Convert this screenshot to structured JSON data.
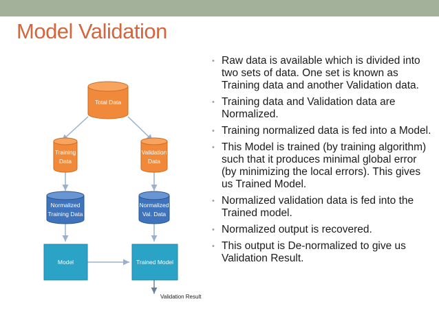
{
  "title": "Model Validation",
  "colors": {
    "topbar": "#a3b19a",
    "title": "#d2663f",
    "orange_cylinder": "#f08a3a",
    "blue_cylinder": "#3f74bd",
    "box": "#2aa3c7",
    "arrow": "#9ab0cf"
  },
  "diagram": {
    "total_data": "Total Data",
    "training_data": [
      "Training",
      "Data"
    ],
    "validation_data": [
      "Validation",
      "Data"
    ],
    "normalized_training": [
      "Normalized",
      "Training Data"
    ],
    "normalized_val": [
      "Normalized",
      "Val. Data"
    ],
    "model": "Model",
    "trained_model": "Trained Model",
    "validation_result": "Validation Result"
  },
  "bullets": [
    "Raw data is available which is divided into two sets of data. One set is known as Training data and another Validation data.",
    "Training data and Validation data are Normalized.",
    "Training normalized data is fed into a Model.",
    "This Model is trained (by training algorithm) such that it produces minimal global error (by minimizing the local errors). This gives us Trained Model.",
    "Normalized validation data is fed into the Trained model.",
    "Normalized output is recovered.",
    "This output is De-normalized to give us Validation Result."
  ]
}
